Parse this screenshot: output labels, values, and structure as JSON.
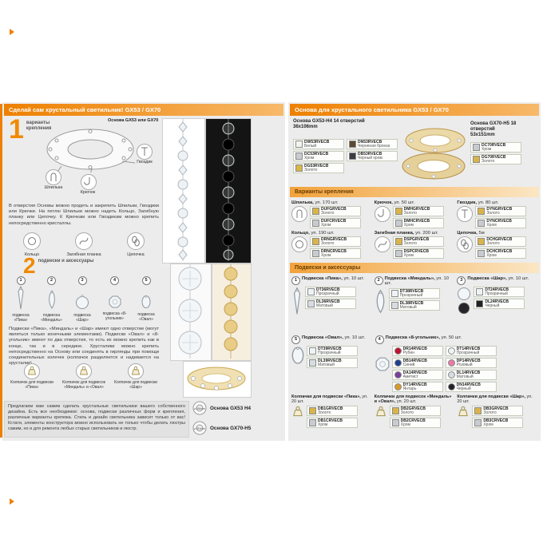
{
  "page": {
    "panel_color": "#ececec",
    "accent_color": "#ee8000",
    "header_text_color": "#ffffff"
  },
  "left": {
    "header": "Сделай сам хрустальный светильник! GX53 / GX70",
    "step1": {
      "number": "1",
      "caption": "варианты крепления",
      "base_label": "Основа GX53 или GX70",
      "callout_pin": "Шпилька",
      "callout_hook": "Крючок",
      "callout_nail": "Гвоздик",
      "paragraph": "В отверстия Основы можно продеть и закрепить Шпильки, Гвоздики или Крючки. На петлю Шпильки можно надеть Кольцо, Загибную планку или Цепочку. К Крючкам или Гвоздикам можно крепить непосредственно кристаллы.",
      "fastener1": "Кольцо",
      "fastener2": "Загибная планка",
      "fastener3": "Цепочка"
    },
    "step2": {
      "number": "2",
      "caption": "подвески и аксессуары",
      "pendant1_num": "1",
      "pendant1_label": "подвеска «Пика»",
      "pendant2_num": "2",
      "pendant2_label": "подвеска «Миндаль»",
      "pendant3_num": "3",
      "pendant3_label": "подвеска «Шар»",
      "pendant4_num": "4",
      "pendant4_label": "подвеска «8-угольник»",
      "pendant5_num": "5",
      "pendant5_label": "подвеска «Овал»",
      "paragraph": "Подвески «Пика», «Миндаль» и «Шар» имеют одно отверстие (могут являться только конечными элементами). Подвески «Овал» и «8-угольник» имеют по два отверстия, то есть их можно крепить как в конце, так и в середине. Хрусталики можно крепить непосредственно на Основу или соединять в гирлянды при помощи соединительных колечек (колпачок разделяется и надевается на хрусталик).",
      "cap1": "Колпачок для подвески «Пика»",
      "cap2": "Колпачок для подвесок «Миндаль» и «Овал»",
      "cap3": "Колпачок для подвески «Шар»"
    },
    "footer_text": "Предлагаем вам самим сделать хрустальные светильники вашего собственного дизайна. Есть все необходимое: основа, подвески различных форм и крепления, различные варианты крепежа. Стиль и дизайн светильника зависит только от вас! Кстати, элементы конструктора можно использовать не только чтобы делать люстры самим, но и для ремонта любых старых светильников и люстр.",
    "base1_label": "Основа GX53 H4",
    "base1_dia": "⌀106mm",
    "base2_label": "Основа GX70-H5",
    "base2_dia": "⌀151mm"
  },
  "right": {
    "header": "Основа для хрустального светильника GX53 / GX70",
    "base53_title": "Основа GX53-H4 14 отверстий",
    "base53_size": "36х106mm",
    "base53_codes": [
      {
        "code": "DW53RVECB",
        "finish": "Белый",
        "color": "#f4f4ef"
      },
      {
        "code": "DC53RVECB",
        "finish": "Хром",
        "color": "#c8ccd1"
      },
      {
        "code": "DG53RVECB",
        "finish": "Золото",
        "color": "#d9b44a"
      },
      {
        "code": "DN53RVECB",
        "finish": "Черненая бронза",
        "color": "#5c4a33"
      },
      {
        "code": "DB53RVECB",
        "finish": "Черный хром",
        "color": "#3a3e44"
      }
    ],
    "base70_title": "Основа GX70-H5 18 отверстий",
    "base70_size": "53х151mm",
    "base70_codes": [
      {
        "code": "DC70RVECB",
        "finish": "Хром",
        "color": "#c8ccd1"
      },
      {
        "code": "DG70RVECB",
        "finish": "Золото",
        "color": "#d9b44a"
      }
    ],
    "mount_header": "Варианты крепления",
    "m1": {
      "name": "Шпилька,",
      "qty": "уп. 170 шт.",
      "codes": [
        {
          "code": "DUFGRVECB",
          "finish": "Золото",
          "color": "#d9b44a"
        },
        {
          "code": "DUFCRVECB",
          "finish": "Хром",
          "color": "#c8ccd1"
        }
      ]
    },
    "m2": {
      "name": "Крючок,",
      "qty": "уп. 50 шт.",
      "codes": [
        {
          "code": "DMHGRVECB",
          "finish": "Золото",
          "color": "#d9b44a"
        },
        {
          "code": "DMHCRVECB",
          "finish": "Хром",
          "color": "#c8ccd1"
        }
      ]
    },
    "m3": {
      "name": "Гвоздик,",
      "qty": "уп. 80 шт.",
      "codes": [
        {
          "code": "DYNGRVECB",
          "finish": "Золото",
          "color": "#d9b44a"
        },
        {
          "code": "DYNCRVECB",
          "finish": "Хром",
          "color": "#c8ccd1"
        }
      ]
    },
    "m4": {
      "name": "Кольцо,",
      "qty": "уп. 190 шт.",
      "codes": [
        {
          "code": "DRNGRVECB",
          "finish": "Золото",
          "color": "#d9b44a"
        },
        {
          "code": "DRNCRVECB",
          "finish": "Хром",
          "color": "#c8ccd1"
        }
      ]
    },
    "m5": {
      "name": "Загибная планка,",
      "qty": "уп. 200 шт.",
      "codes": [
        {
          "code": "DSPGRVECB",
          "finish": "Золото",
          "color": "#d9b44a"
        },
        {
          "code": "DSPCRVECB",
          "finish": "Хром",
          "color": "#c8ccd1"
        }
      ]
    },
    "m6": {
      "name": "Цепочка,",
      "qty": "5м",
      "codes": [
        {
          "code": "DCHGRVECB",
          "finish": "Золото",
          "color": "#d9b44a"
        },
        {
          "code": "DCHCRVECB",
          "finish": "Хром",
          "color": "#c8ccd1"
        }
      ]
    },
    "pendants_header": "Подвески и аксессуары",
    "p1": {
      "num": "1",
      "name": "Подвеска «Пика»,",
      "qty": "уп. 10 шт.",
      "codes": [
        {
          "code": "DT36RVECB",
          "finish": "Прозрачный",
          "color": "#eef3f5"
        },
        {
          "code": "DL36RVECB",
          "finish": "Матовый",
          "color": "#d7dce0"
        }
      ]
    },
    "p2": {
      "num": "2",
      "name": "Подвеска «Миндаль»,",
      "qty": "уп. 10 шт.",
      "codes": [
        {
          "code": "DT38RVECB",
          "finish": "Прозрачный",
          "color": "#eef3f5"
        },
        {
          "code": "DL38RVECB",
          "finish": "Матовый",
          "color": "#d7dce0"
        }
      ]
    },
    "p3": {
      "num": "3",
      "name": "Подвеска «Шар»,",
      "qty": "уп. 10 шт.",
      "codes": [
        {
          "code": "DT24RVECB",
          "finish": "Прозрачный",
          "color": "#eef3f5"
        },
        {
          "code": "DL24RVECB",
          "finish": "Черный",
          "color": "#222226"
        }
      ]
    },
    "oval": {
      "num": "5",
      "name": "Подвеска «Овал»,",
      "qty": "уп. 10 шт.",
      "codes": [
        {
          "code": "DT39RVECB",
          "finish": "Прозрачный",
          "color": "#eef3f5"
        },
        {
          "code": "DL39RVECB",
          "finish": "Матовый",
          "color": "#d7dce0"
        }
      ]
    },
    "octagon": {
      "num": "4",
      "name": "Подвеска «8-угольник»,",
      "qty": "уп. 50 шт.",
      "codes": [
        {
          "code": "DR14RVECB",
          "finish": "Рубин",
          "color": "#c1122f"
        },
        {
          "code": "DB14RVECB",
          "finish": "Синий",
          "color": "#1c3e8e"
        },
        {
          "code": "DA14RVECB",
          "finish": "Аметист",
          "color": "#7a3f9d"
        },
        {
          "code": "DY14RVECB",
          "finish": "Янтарь",
          "color": "#d79a2a"
        },
        {
          "code": "DT14RVECB",
          "finish": "Прозрачный",
          "color": "#eef3f5"
        },
        {
          "code": "DP14RVECB",
          "finish": "Розовый",
          "color": "#e87ca6"
        },
        {
          "code": "DL14RVECB",
          "finish": "Матовый",
          "color": "#d7dce0"
        },
        {
          "code": "DN14RVECB",
          "finish": "Черный",
          "color": "#222226"
        }
      ]
    },
    "c1": {
      "name": "Колпачки для подвески «Пика»,",
      "qty": "уп. 20 шт.",
      "codes": [
        {
          "code": "DB1GRVECB",
          "finish": "Золото",
          "color": "#d9b44a"
        },
        {
          "code": "DB1CRVECB",
          "finish": "Хром",
          "color": "#c8ccd1"
        }
      ]
    },
    "c2": {
      "name": "Колпачки для подвесок «Миндаль» и «Овал»,",
      "qty": "уп. 20 шт.",
      "codes": [
        {
          "code": "DB2GRVECB",
          "finish": "Золото",
          "color": "#d9b44a"
        },
        {
          "code": "DB2CRVECB",
          "finish": "Хром",
          "color": "#c8ccd1"
        }
      ]
    },
    "c3": {
      "name": "Колпачки для подвески «Шар»,",
      "qty": "уп. 20 шт.",
      "codes": [
        {
          "code": "DB3GRVECB",
          "finish": "Золото",
          "color": "#d9b44a"
        },
        {
          "code": "DB3CRVECB",
          "finish": "Хром",
          "color": "#c8ccd1"
        }
      ]
    }
  },
  "icons": {
    "hairpin": "hairpin-icon",
    "hook": "hook-icon",
    "nail": "nail-icon",
    "ring": "ring-icon",
    "bend_plate": "bend-plate-icon",
    "chain": "chain-icon",
    "spike": "spike-pendant-icon",
    "almond": "almond-pendant-icon",
    "ball": "ball-pendant-icon",
    "octagon": "octagon-pendant-icon",
    "oval": "oval-pendant-icon",
    "cap": "cap-icon",
    "base_ring": "base-ring-icon"
  }
}
